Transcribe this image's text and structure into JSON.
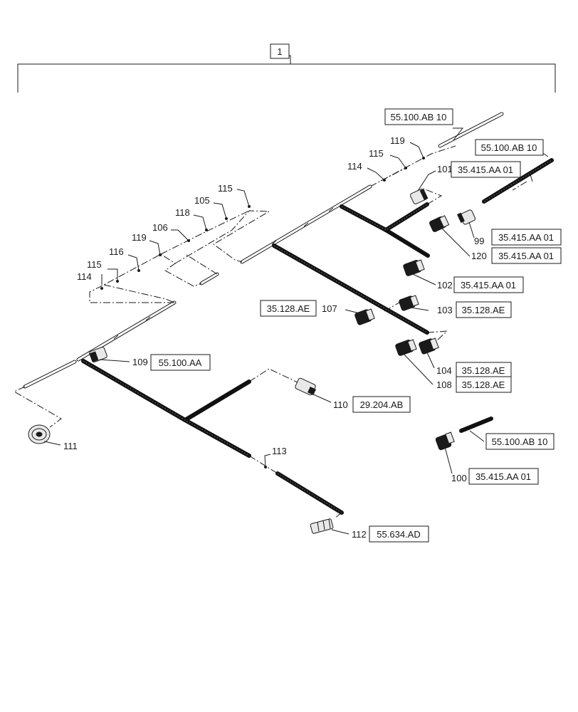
{
  "assembly_callout": "1",
  "callouts": {
    "p99": "99",
    "p100": "100",
    "p101": "101",
    "p102": "102",
    "p103": "103",
    "p104": "104",
    "p105": "105",
    "p106": "106",
    "p107": "107",
    "p108": "108",
    "p109": "109",
    "p110": "110",
    "p111": "111",
    "p112": "112",
    "p113": "113",
    "p114a": "114",
    "p114b": "114",
    "p115a": "115",
    "p115b": "115",
    "p115c": "115",
    "p116": "116",
    "p118": "118",
    "p119a": "119",
    "p119b": "119",
    "p120": "120"
  },
  "references": {
    "r_tube_top": "55.100.AB 10",
    "r_wrap_right": "55.100.AB 10",
    "r_101": "35.415.AA 01",
    "r_99": "35.415.AA 01",
    "r_120": "35.415.AA 01",
    "r_102": "35.415.AA 01",
    "r_103": "35.128.AE",
    "r_107": "35.128.AE",
    "r_104": "35.128.AE",
    "r_108": "35.128.AE",
    "r_109": "55.100.AA",
    "r_110": "29.204.AB",
    "r_100_wrap": "55.100.AB 10",
    "r_100": "35.415.AA 01",
    "r_112": "55.634.AD"
  }
}
